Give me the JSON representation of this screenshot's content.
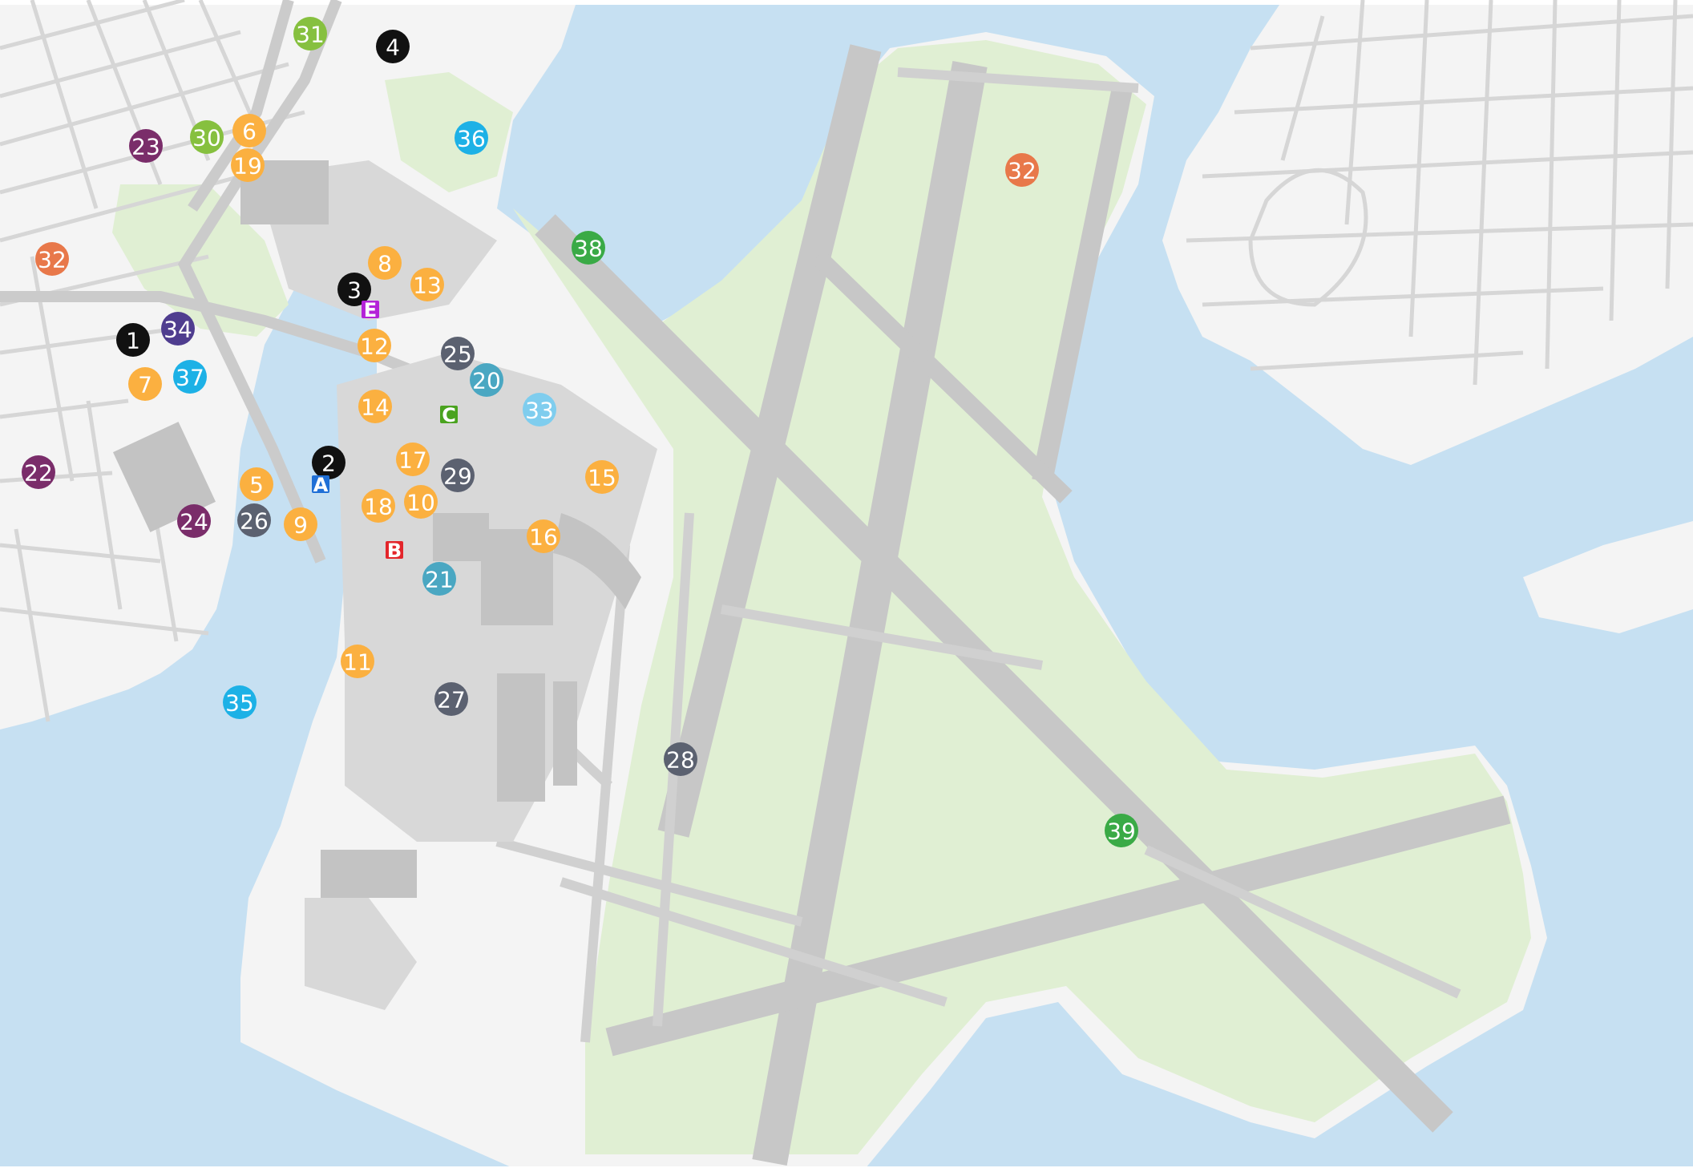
{
  "colors": {
    "water": "#c6e0f2",
    "land": "#f4f4f4",
    "green": "#e0efd3",
    "runway": "#c7c7c7",
    "road": "#d2d2d2",
    "building": "#c3c3c3",
    "white_line": "#ffffff"
  },
  "categories": {
    "black": "#111111",
    "orange": "#fbb040",
    "dark_slate": "#5b6170",
    "teal": "#4aa7c2",
    "sky": "#1db1e6",
    "light_sky": "#7fcdee",
    "lime": "#86c03f",
    "green": "#3aaa46",
    "coral": "#e8784a",
    "plum": "#7a2d6a",
    "indigo": "#4f3d8f"
  },
  "markers": [
    {
      "label": "1",
      "category": "black"
    },
    {
      "label": "2",
      "category": "black"
    },
    {
      "label": "3",
      "category": "black"
    },
    {
      "label": "4",
      "category": "black"
    },
    {
      "label": "5",
      "category": "orange"
    },
    {
      "label": "6",
      "category": "orange"
    },
    {
      "label": "7",
      "category": "orange"
    },
    {
      "label": "8",
      "category": "orange"
    },
    {
      "label": "9",
      "category": "orange"
    },
    {
      "label": "10",
      "category": "orange"
    },
    {
      "label": "11",
      "category": "orange"
    },
    {
      "label": "12",
      "category": "orange"
    },
    {
      "label": "13",
      "category": "orange"
    },
    {
      "label": "14",
      "category": "orange"
    },
    {
      "label": "15",
      "category": "orange"
    },
    {
      "label": "16",
      "category": "orange"
    },
    {
      "label": "17",
      "category": "orange"
    },
    {
      "label": "18",
      "category": "orange"
    },
    {
      "label": "19",
      "category": "orange"
    },
    {
      "label": "20",
      "category": "teal"
    },
    {
      "label": "21",
      "category": "teal"
    },
    {
      "label": "22",
      "category": "plum"
    },
    {
      "label": "23",
      "category": "plum"
    },
    {
      "label": "24",
      "category": "plum"
    },
    {
      "label": "25",
      "category": "dark_slate"
    },
    {
      "label": "26",
      "category": "dark_slate"
    },
    {
      "label": "27",
      "category": "dark_slate"
    },
    {
      "label": "28",
      "category": "dark_slate"
    },
    {
      "label": "29",
      "category": "dark_slate"
    },
    {
      "label": "30",
      "category": "lime"
    },
    {
      "label": "31",
      "category": "lime"
    },
    {
      "label": "32",
      "category": "coral"
    },
    {
      "label": "32",
      "category": "coral"
    },
    {
      "label": "33",
      "category": "light_sky"
    },
    {
      "label": "34",
      "category": "indigo"
    },
    {
      "label": "35",
      "category": "sky"
    },
    {
      "label": "36",
      "category": "sky"
    },
    {
      "label": "37",
      "category": "sky"
    },
    {
      "label": "38",
      "category": "green"
    },
    {
      "label": "39",
      "category": "green"
    }
  ],
  "terminals": [
    {
      "label": "A",
      "color": "#1f6fd6"
    },
    {
      "label": "B",
      "color": "#e3262b"
    },
    {
      "label": "C",
      "color": "#4aa31f"
    },
    {
      "label": "E",
      "color": "#b422d8"
    }
  ]
}
